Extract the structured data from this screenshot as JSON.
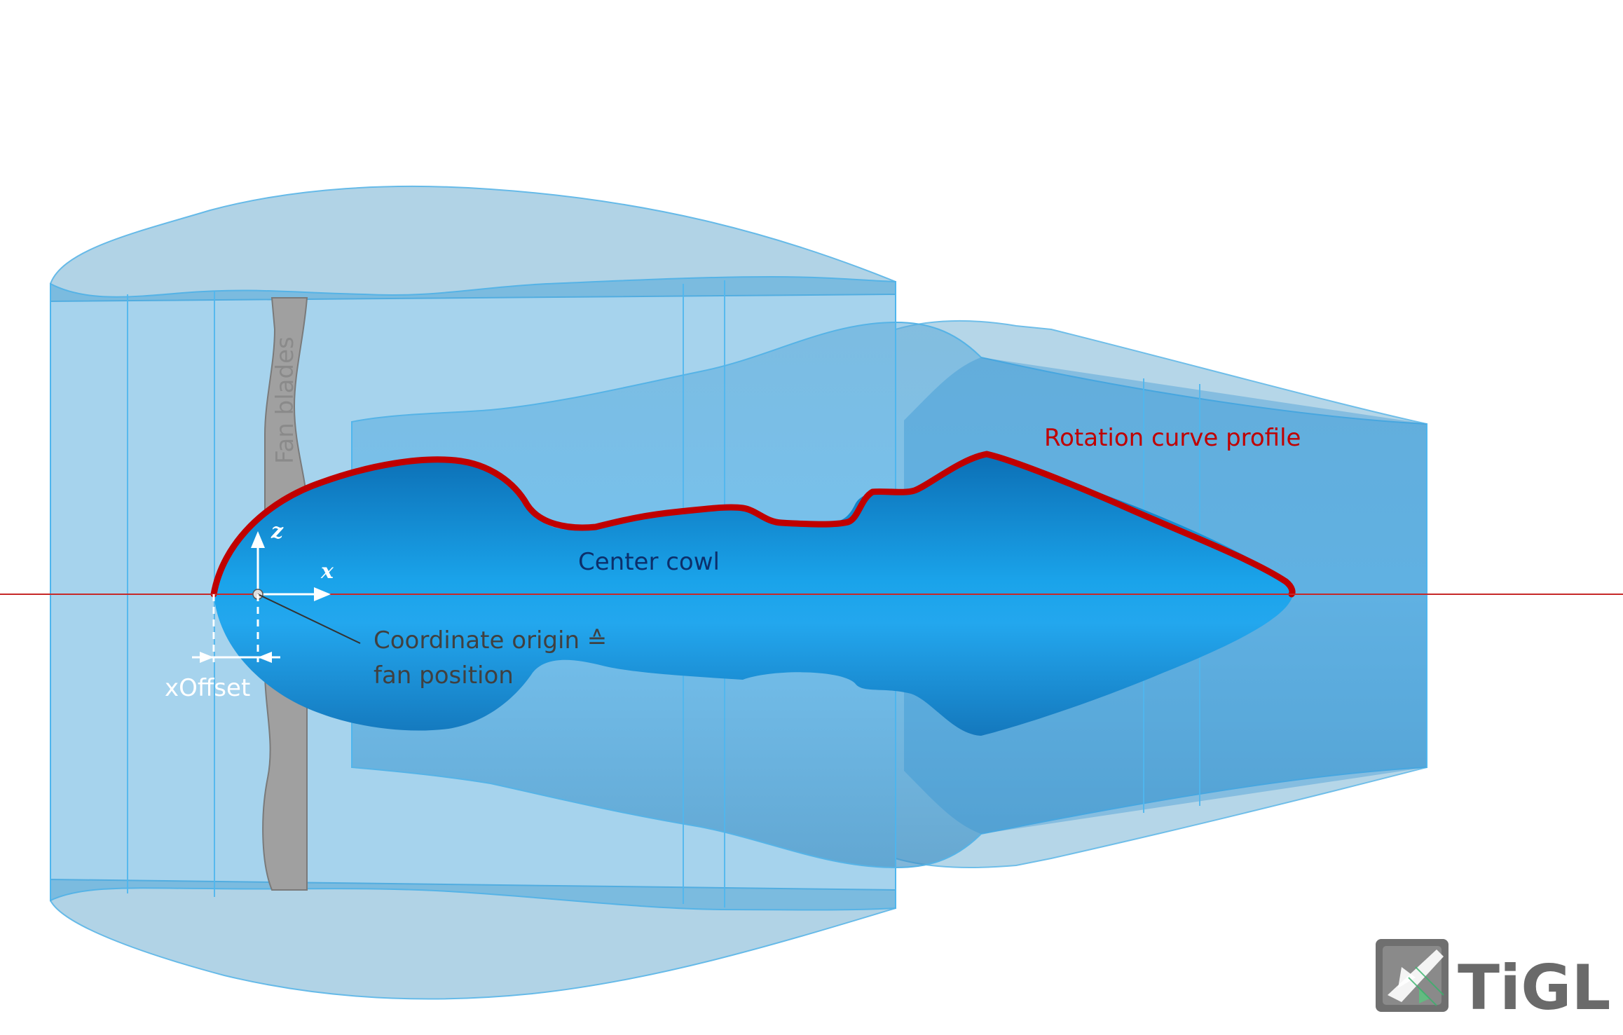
{
  "labels": {
    "fan_blades": "Fan blades",
    "rotation_curve": "Rotation curve profile",
    "center_cowl": "Center cowl",
    "origin_line1": "Coordinate origin ≙",
    "origin_line2": "fan position",
    "x_offset": "xOffset",
    "axis_x": "x",
    "axis_z": "z"
  },
  "logo": {
    "text": "TiGL"
  },
  "colors": {
    "profile": "#c00000",
    "center_cowl_text": "#0c2f6b",
    "fan_blade": "#a0a0a0",
    "centerline": "#c62828",
    "logo_text": "#6a6a6a",
    "logo_accent": "#37b36b"
  }
}
